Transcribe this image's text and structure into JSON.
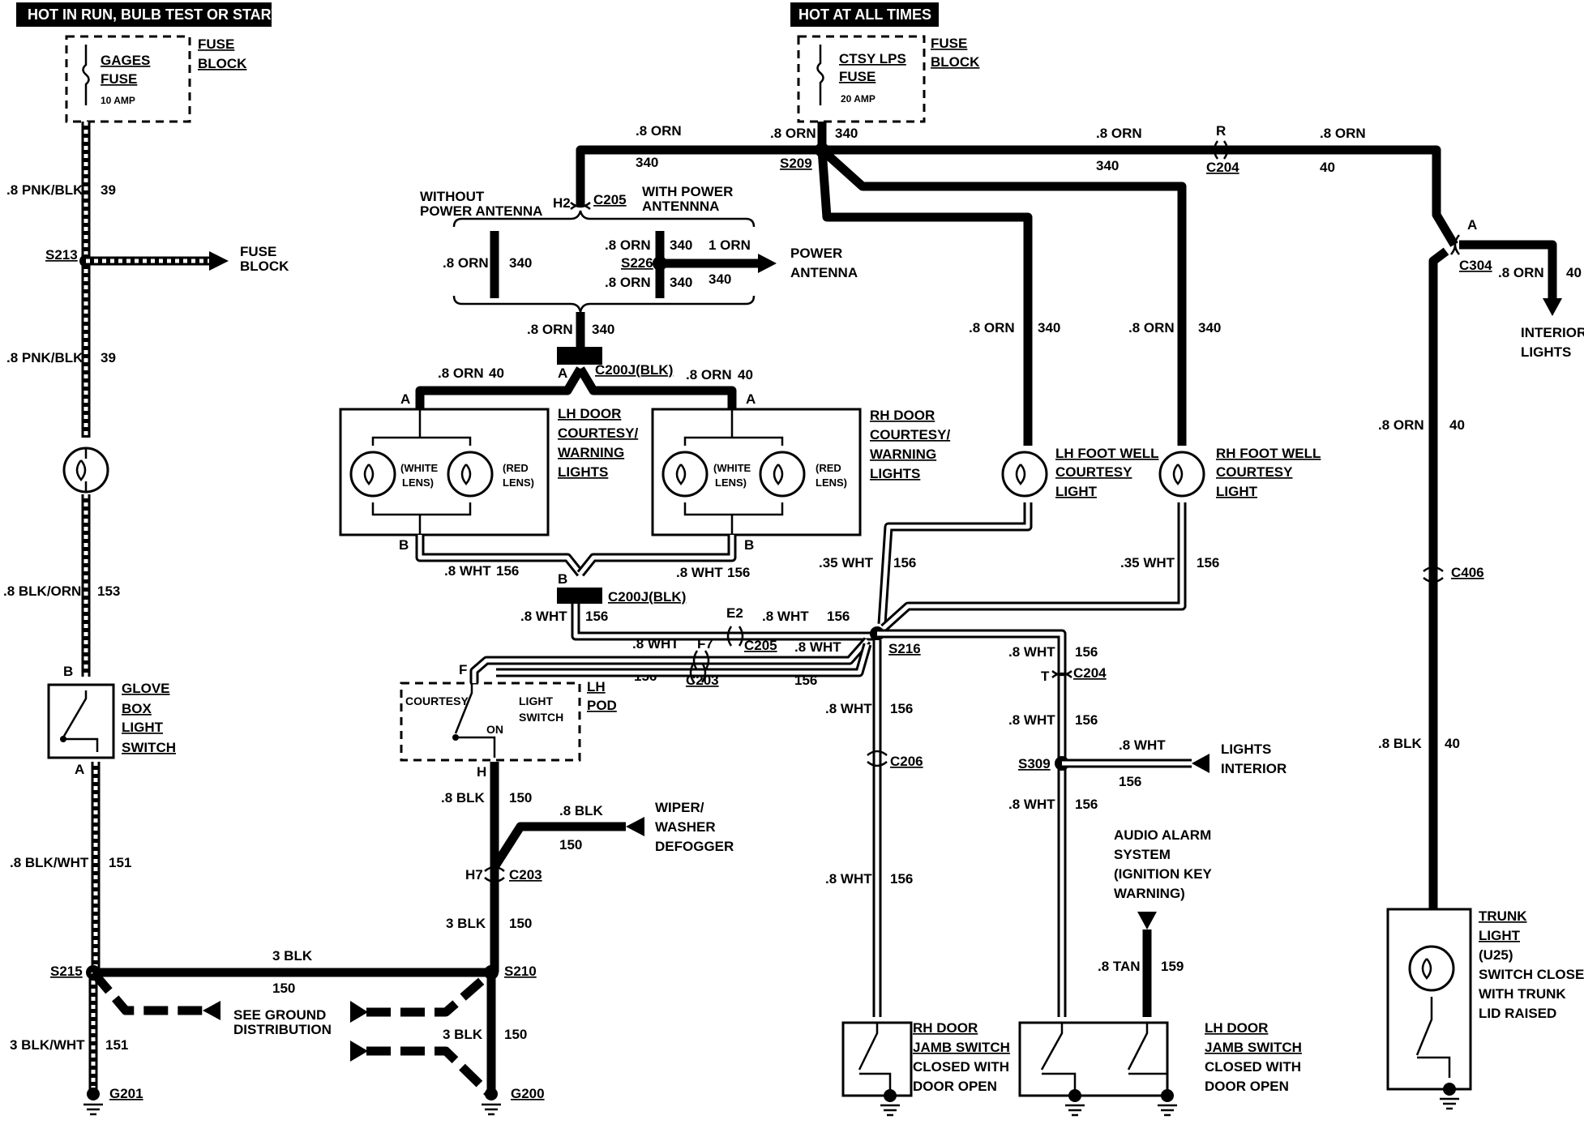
{
  "headers": {
    "ignition": "HOT IN RUN, BULB TEST OR START",
    "battery": "HOT AT ALL TIMES"
  },
  "fuses": {
    "gages": {
      "name1": "GAGES",
      "name2": "FUSE",
      "rating": "10 AMP",
      "block1": "FUSE",
      "block2": "BLOCK"
    },
    "ctsy": {
      "name1": "CTSY LPS",
      "name2": "FUSE",
      "rating": "20 AMP",
      "block1": "FUSE",
      "block2": "BLOCK"
    }
  },
  "wires": {
    "w39": "39",
    "pnkblk": ".8 PNK/BLK",
    "w153": "153",
    "blkorn": ".8 BLK/ORN",
    "w151": "151",
    "blkwht8": ".8 BLK/WHT",
    "blkwht3": "3 BLK/WHT",
    "orn8": ".8 ORN",
    "orn1": "1 ORN",
    "w340": "340",
    "w40": "40",
    "wht8": ".8 WHT",
    "wht35": ".35 WHT",
    "w156": "156",
    "blk8": ".8 BLK",
    "blk3": "3 BLK",
    "w150": "150",
    "tan8": ".8 TAN",
    "w159": "159"
  },
  "splices": {
    "s213": "S213",
    "s215": "S215",
    "s210": "S210",
    "s209": "S209",
    "s226": "S226",
    "s216": "S216",
    "s309": "S309"
  },
  "connectors": {
    "c205": "C205",
    "c204": "C204",
    "c304": "C304",
    "c200j": "C200J(BLK)",
    "c203": "C203",
    "c206": "C206",
    "c406": "C406",
    "g201": "G201",
    "g200": "G200",
    "pinA": "A",
    "pinB": "B",
    "pinH": "H",
    "pinF": "F",
    "pinT": "T",
    "pinR": "R",
    "h2": "H2",
    "h7": "H7",
    "e2": "E2",
    "f7": "F7"
  },
  "labels": {
    "fuse_block": [
      "FUSE",
      "BLOCK"
    ],
    "without_ant": [
      "WITHOUT",
      "POWER ANTENNA"
    ],
    "with_ant": [
      "WITH POWER",
      "ANTENNNA"
    ],
    "power_antenna": [
      "POWER",
      "ANTENNA"
    ],
    "interior_lights": [
      "INTERIOR",
      "LIGHTS"
    ],
    "lh_door_lights": [
      "LH DOOR",
      "COURTESY/",
      "WARNING",
      "LIGHTS"
    ],
    "rh_door_lights": [
      "RH DOOR",
      "COURTESY/",
      "WARNING",
      "LIGHTS"
    ],
    "white_lens": [
      "(WHITE",
      "LENS)"
    ],
    "red_lens": [
      "(RED",
      "LENS)"
    ],
    "lh_footwell": [
      "LH FOOT WELL",
      "COURTESY",
      "LIGHT"
    ],
    "rh_footwell": [
      "RH FOOT WELL",
      "COURTESY",
      "LIGHT"
    ],
    "glove_box": [
      "GLOVE",
      "BOX",
      "LIGHT",
      "SWITCH"
    ],
    "courtesy_sw": [
      "COURTESY",
      "LIGHT",
      "SWITCH",
      "ON"
    ],
    "lh_pod": [
      "LH",
      "POD"
    ],
    "wiper": [
      "WIPER/",
      "WASHER",
      "DEFOGGER"
    ],
    "lights_interior": [
      "LIGHTS",
      "INTERIOR"
    ],
    "audio_alarm": [
      "AUDIO ALARM",
      "SYSTEM",
      "(IGNITION KEY",
      "WARNING)"
    ],
    "see_ground": [
      "SEE GROUND",
      "DISTRIBUTION"
    ],
    "rh_jamb": [
      "RH DOOR",
      "JAMB SWITCH",
      "CLOSED WITH",
      "DOOR OPEN"
    ],
    "lh_jamb": [
      "LH DOOR",
      "JAMB SWITCH",
      "CLOSED WITH",
      "DOOR OPEN"
    ],
    "trunk": [
      "TRUNK",
      "LIGHT",
      "(U25)",
      "SWITCH CLOSED",
      "WITH TRUNK",
      "LID RAISED"
    ]
  }
}
